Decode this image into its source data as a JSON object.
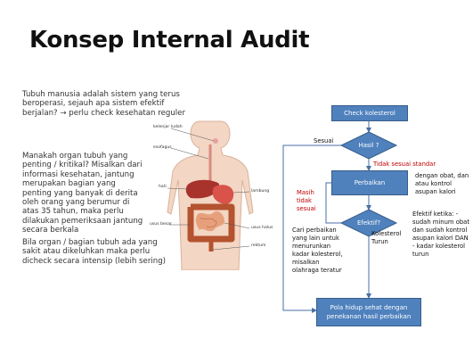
{
  "slide": {
    "title": "Konsep Internal Audit",
    "paragraphs": {
      "p1": "Tubuh manusia adalah sistem yang terus beroperasi, sejauh apa sistem efektif berjalan? → perlu check kesehatan reguler",
      "p2": "Manakah organ tubuh yang penting / kritikal? Misalkan dari informasi kesehatan, jantung merupakan bagian yang penting yang banyak di derita oleh orang yang berumur di atas 35 tahun, maka perlu dilakukan pemeriksaan jantung secara berkala",
      "p3": "Bila organ / bagian tubuh ada yang sakit atau dikeluhkan maka perlu dicheck secara intensip (lebih sering)"
    }
  },
  "anatomy": {
    "labels": {
      "kelenjar_ludah": "kelenjar ludah",
      "esofagus": "esofagus",
      "hati": "hati",
      "lambung": "lambung",
      "usus_halus": "usus halus",
      "usus_besar": "usus besar",
      "rektum": "rektum"
    }
  },
  "flowchart": {
    "check_kolesterol": "Check kolesterol",
    "hasil": "Hasil ?",
    "sesuai": "Sesuai",
    "tidak_sesuai": "Tidak sesuai standar",
    "perbaikan": "Perbaikan",
    "perbaikan_note": "dengan obat, dan atau kontrol asupan kalori",
    "masih_tidak_sesuai": "Masih tidak sesuai",
    "efektif": "Efektif?",
    "efektif_note": "Efektif ketika: -sudah minum obat dan sudah kontrol asupan kalori DAN - kadar kolesterol turun",
    "cari_perbaikan": "Cari perbaikan yang lain untuk menurunkan kadar kolesterol, misalkan olahraga teratur",
    "kolesterol_turun": "Kolesterol Turun",
    "pola_hidup": "Pola hidup sehat dengan penekanan hasil perbaikan"
  },
  "colors": {
    "box_fill": "#4f81bd",
    "box_border": "#385d8a",
    "red_text": "#c00000"
  }
}
